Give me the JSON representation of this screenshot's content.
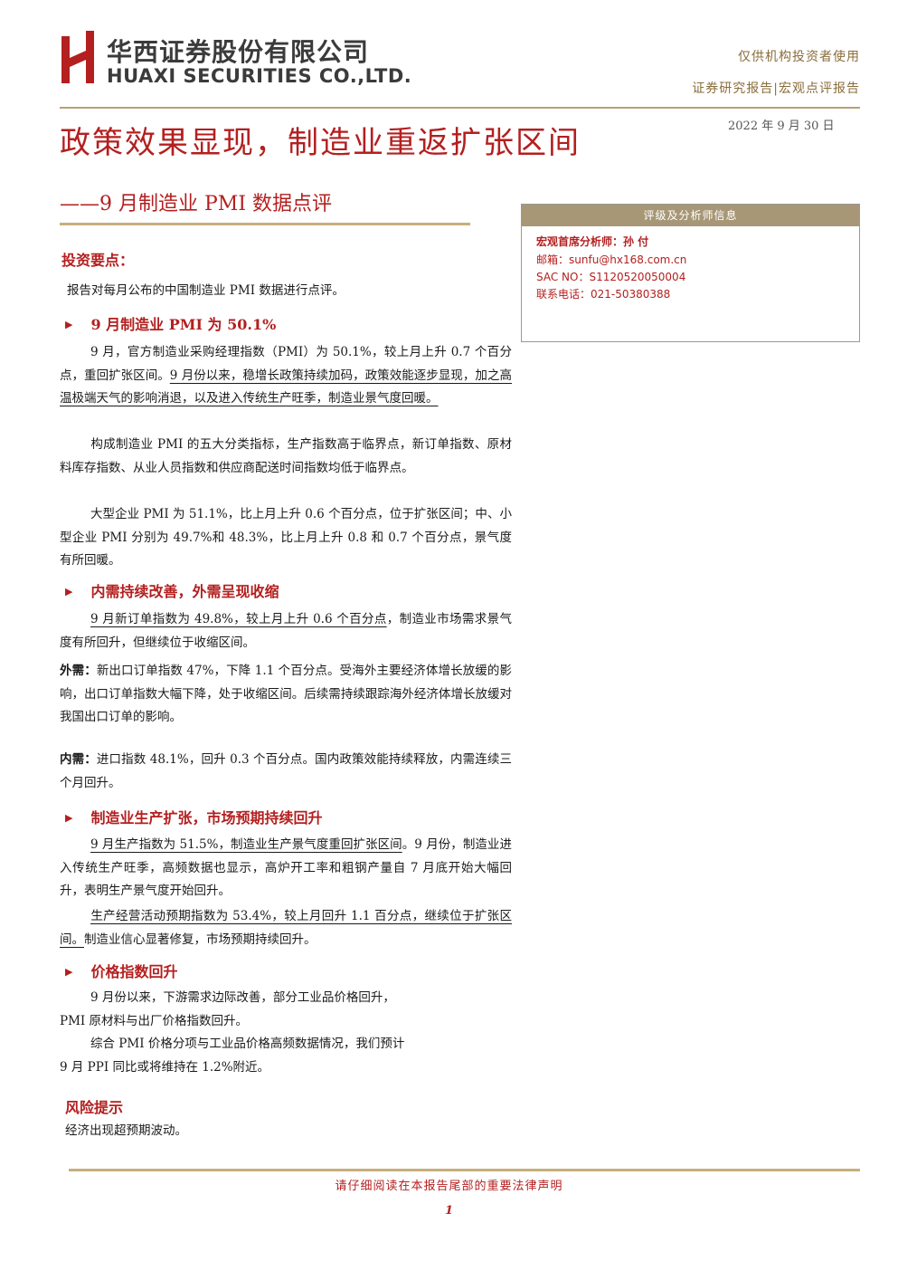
{
  "header": {
    "company_cn": "华西证券股份有限公司",
    "company_en": "HUAXI SECURITIES CO.,LTD.",
    "notice": "仅供机构投资者使用",
    "report_type": "证券研究报告|宏观点评报告",
    "date": "2022 年 9 月 30 日",
    "brand_color": "#b41f1f"
  },
  "title": "政策效果显现，制造业重返扩张区间",
  "subtitle": "——9 月制造业 PMI 数据点评",
  "analyst_box": {
    "heading": "评级及分析师信息",
    "analyst": "宏观首席分析师：孙 付",
    "email": "邮箱：sunfu@hx168.com.cn",
    "sac": "SAC NO：S1120520050004",
    "phone": "联系电话：021-50380388"
  },
  "section_heading": "投资要点：",
  "intro": "报告对每月公布的中国制造业 PMI 数据进行点评。",
  "s1": {
    "heading": "9 月制造业 PMI 为 50.1%",
    "p1a": "9 月，官方制造业采购经理指数（PMI）为 50.1%，较上月上升 0.7 个百分点，重回扩张区间。",
    "p1b": "9 月份以来，稳增长政策持续加码，政策效能逐步显现，加之高温极端天气的影响消退，以及进入传统生产旺季，制造业景气度回暖。",
    "p2": "构成制造业 PMI 的五大分类指标，生产指数高于临界点，新订单指数、原材料库存指数、从业人员指数和供应商配送时间指数均低于临界点。",
    "p3": "大型企业 PMI 为 51.1%，比上月上升 0.6 个百分点，位于扩张区间；中、小型企业 PMI 分别为 49.7%和 48.3%，比上月上升 0.8 和 0.7 个百分点，景气度有所回暖。"
  },
  "s2": {
    "heading": "内需持续改善，外需呈现收缩",
    "p1a": "9 月新订单指数为 49.8%，较上月上升 0.6 个百分点",
    "p1b": "，制造业市场需求景气度有所回升，但继续位于收缩区间。",
    "p2_label": "外需：",
    "p2": "新出口订单指数 47%，下降 1.1 个百分点。受海外主要经济体增长放缓的影响，出口订单指数大幅下降，处于收缩区间。后续需持续跟踪海外经济体增长放缓对我国出口订单的影响。",
    "p3_label": "内需：",
    "p3": "进口指数 48.1%，回升 0.3 个百分点。国内政策效能持续释放，内需连续三个月回升。"
  },
  "s3": {
    "heading": "制造业生产扩张，市场预期持续回升",
    "p1a": "9 月生产指数为 51.5%，制造业生产景气度重回扩张区间",
    "p1b": "。9 月份，制造业进入传统生产旺季，高频数据也显示，高炉开工率和粗钢产量自 7 月底开始大幅回升，表明生产景气度开始回升。",
    "p2a": "生产经营活动预期指数为 53.4%，较上月回升 1.1 百分点，继续位于扩张区间。",
    "p2b": "制造业信心显著修复，市场预期持续回升。"
  },
  "s4": {
    "heading": "价格指数回升",
    "l1": "9 月份以来，下游需求边际改善，部分工业品价格回升，",
    "l2": "PMI 原材料与出厂价格指数回升。",
    "l3": "综合 PMI 价格分项与工业品价格高频数据情况，我们预计",
    "l4": "9 月 PPI 同比或将维持在 1.2%附近。"
  },
  "risk": {
    "heading": "风险提示",
    "text": "经济出现超预期波动。"
  },
  "footer": {
    "disclaimer": "请仔细阅读在本报告尾部的重要法律声明",
    "page": "1"
  }
}
